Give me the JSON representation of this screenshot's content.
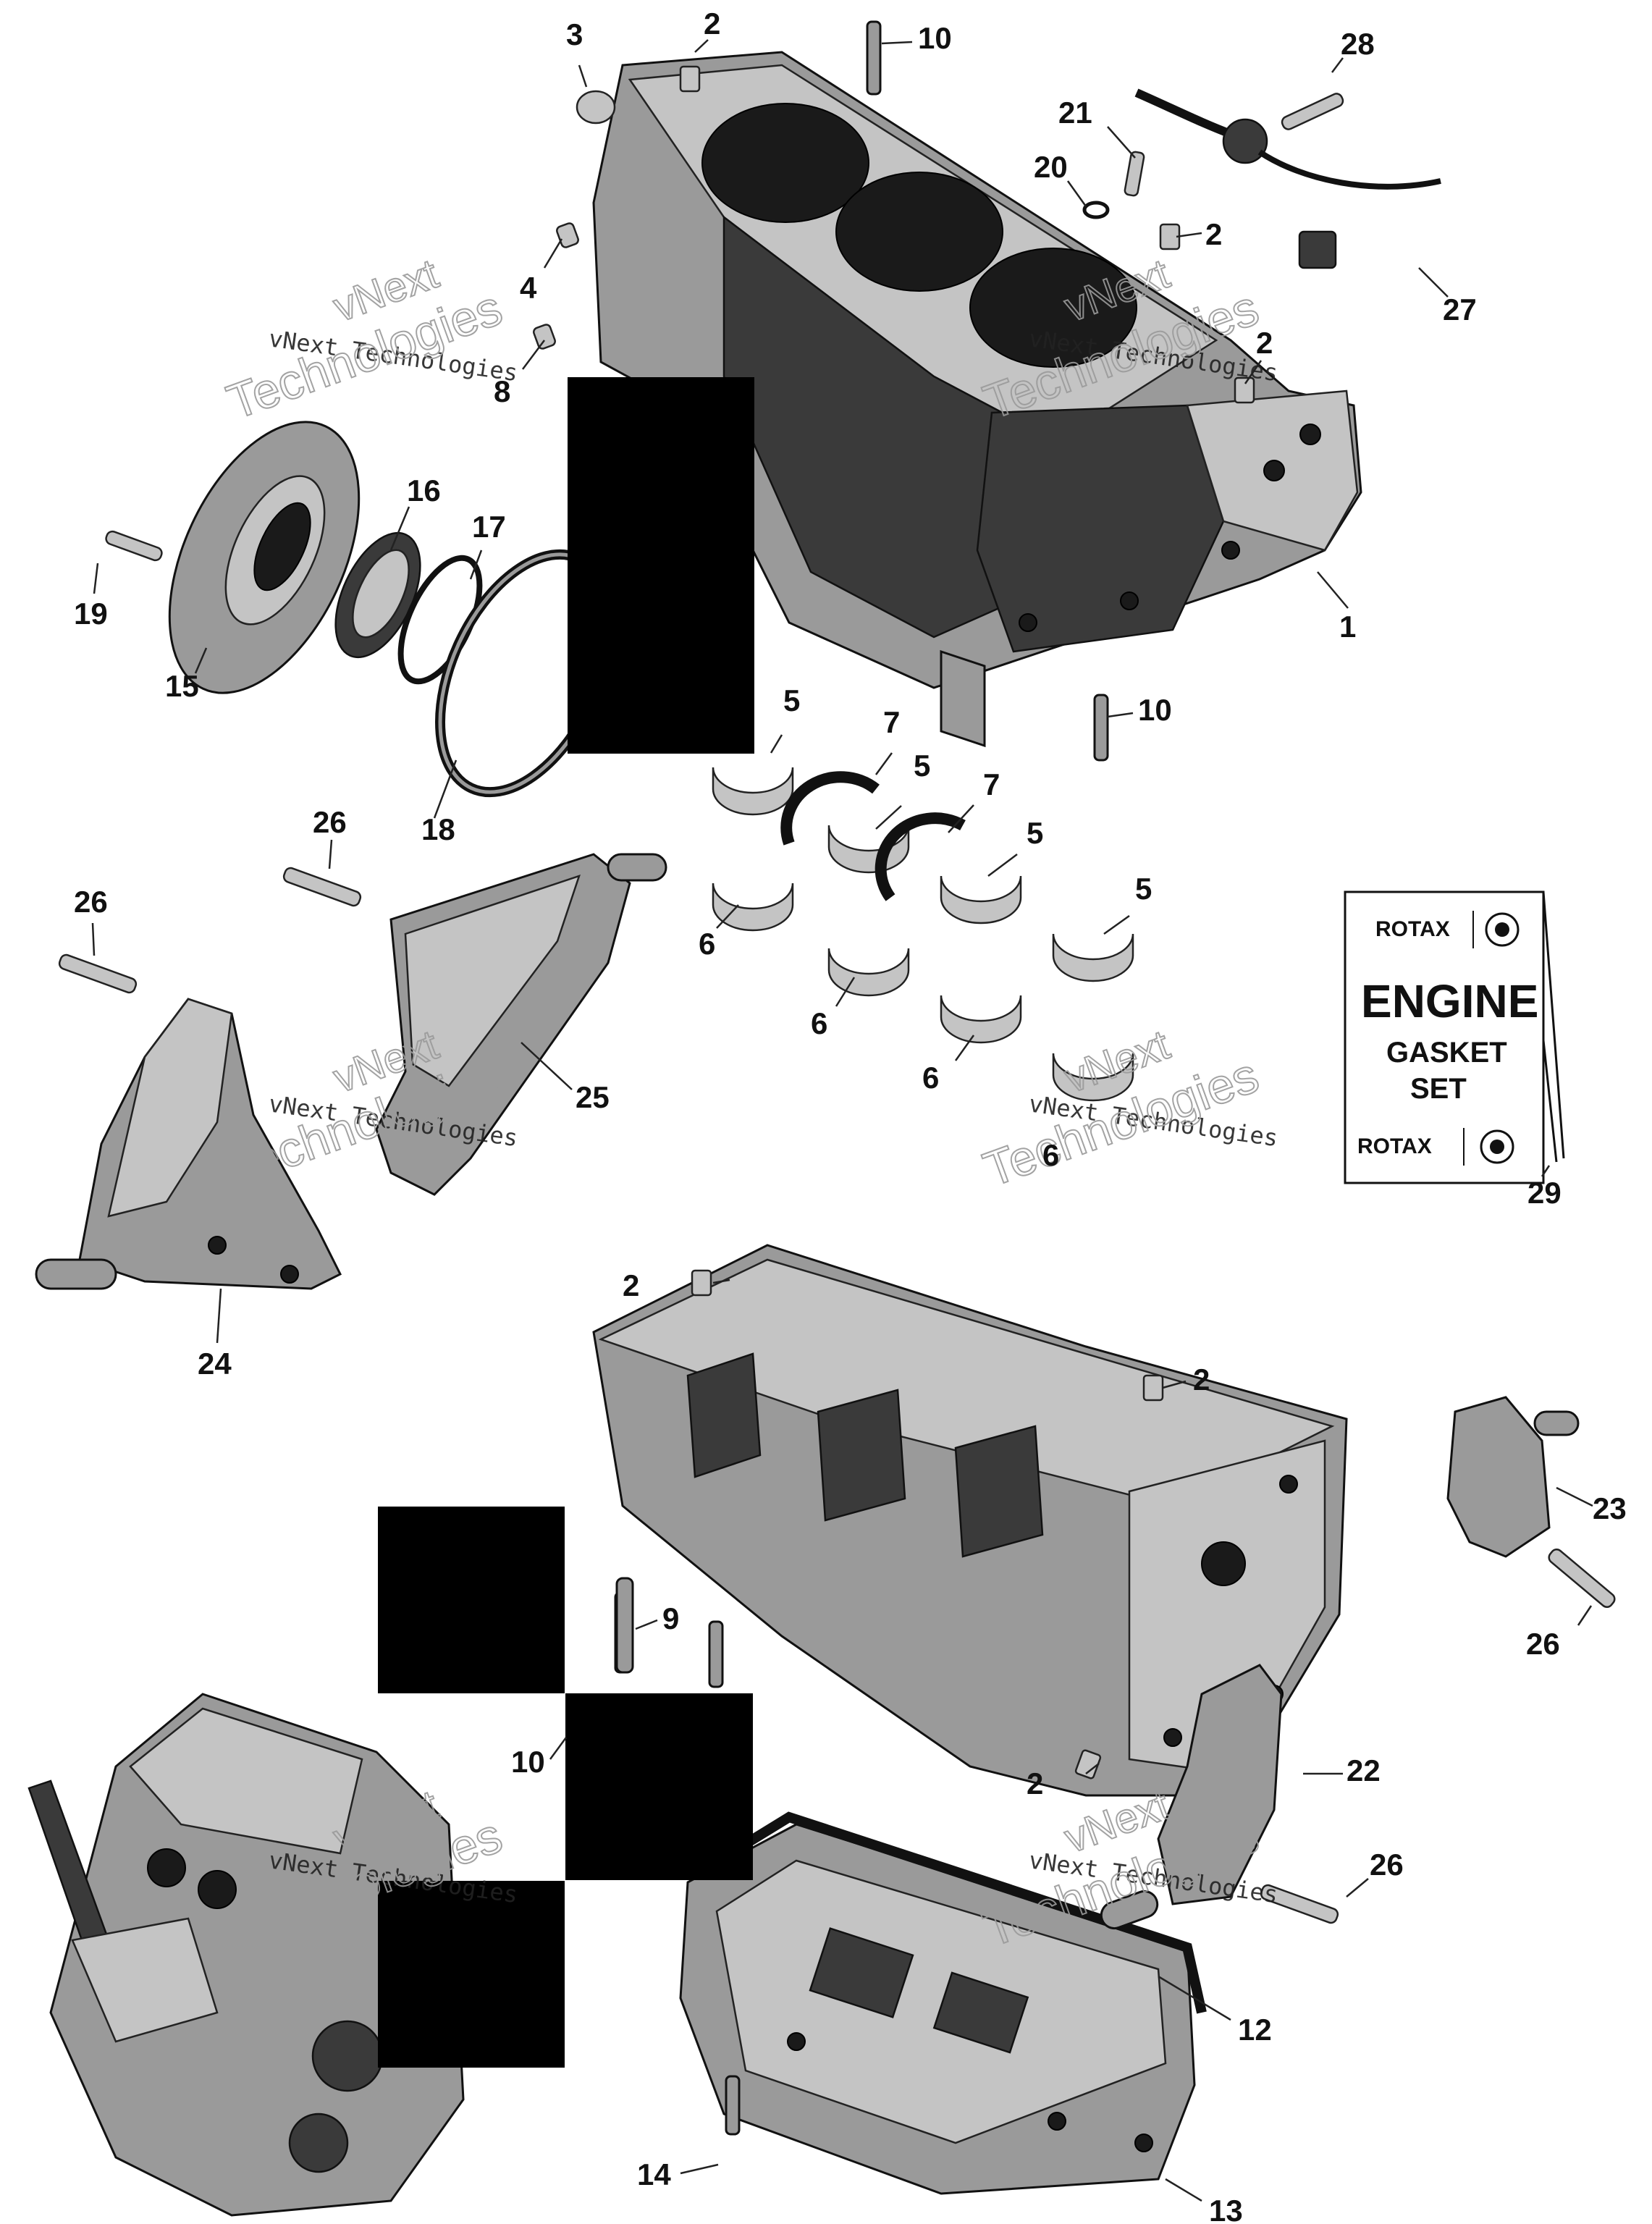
{
  "diagram": {
    "callouts": [
      {
        "id": "c1",
        "text": "1"
      },
      {
        "id": "c2a",
        "text": "2"
      },
      {
        "id": "c2b",
        "text": "2"
      },
      {
        "id": "c2c",
        "text": "2"
      },
      {
        "id": "c2d",
        "text": "2"
      },
      {
        "id": "c2e",
        "text": "2"
      },
      {
        "id": "c2f",
        "text": "2"
      },
      {
        "id": "c3",
        "text": "3"
      },
      {
        "id": "c4",
        "text": "4"
      },
      {
        "id": "c5a",
        "text": "5"
      },
      {
        "id": "c5b",
        "text": "5"
      },
      {
        "id": "c5c",
        "text": "5"
      },
      {
        "id": "c5d",
        "text": "5"
      },
      {
        "id": "c6a",
        "text": "6"
      },
      {
        "id": "c6b",
        "text": "6"
      },
      {
        "id": "c6c",
        "text": "6"
      },
      {
        "id": "c6d",
        "text": "6"
      },
      {
        "id": "c7a",
        "text": "7"
      },
      {
        "id": "c7b",
        "text": "7"
      },
      {
        "id": "c8",
        "text": "8"
      },
      {
        "id": "c9",
        "text": "9"
      },
      {
        "id": "c10a",
        "text": "10"
      },
      {
        "id": "c10b",
        "text": "10"
      },
      {
        "id": "c10c",
        "text": "10"
      },
      {
        "id": "c12",
        "text": "12"
      },
      {
        "id": "c13",
        "text": "13"
      },
      {
        "id": "c14",
        "text": "14"
      },
      {
        "id": "c15",
        "text": "15"
      },
      {
        "id": "c16",
        "text": "16"
      },
      {
        "id": "c17",
        "text": "17"
      },
      {
        "id": "c18",
        "text": "18"
      },
      {
        "id": "c19",
        "text": "19"
      },
      {
        "id": "c20",
        "text": "20"
      },
      {
        "id": "c21",
        "text": "21"
      },
      {
        "id": "c22",
        "text": "22"
      },
      {
        "id": "c23",
        "text": "23"
      },
      {
        "id": "c24",
        "text": "24"
      },
      {
        "id": "c25",
        "text": "25"
      },
      {
        "id": "c26a",
        "text": "26"
      },
      {
        "id": "c26b",
        "text": "26"
      },
      {
        "id": "c26c",
        "text": "26"
      },
      {
        "id": "c26d",
        "text": "26"
      },
      {
        "id": "c27",
        "text": "27"
      },
      {
        "id": "c28",
        "text": "28"
      },
      {
        "id": "c29",
        "text": "29"
      }
    ],
    "watermark": {
      "line1": "vNext",
      "line2": "vNext Technologies",
      "line3": "Technologies"
    },
    "gasket_kit": {
      "brand_top": "ROTAX",
      "line1": "ENGINE",
      "line2": "GASKET",
      "line3": "SET",
      "brand_bottom": "ROTAX"
    }
  }
}
